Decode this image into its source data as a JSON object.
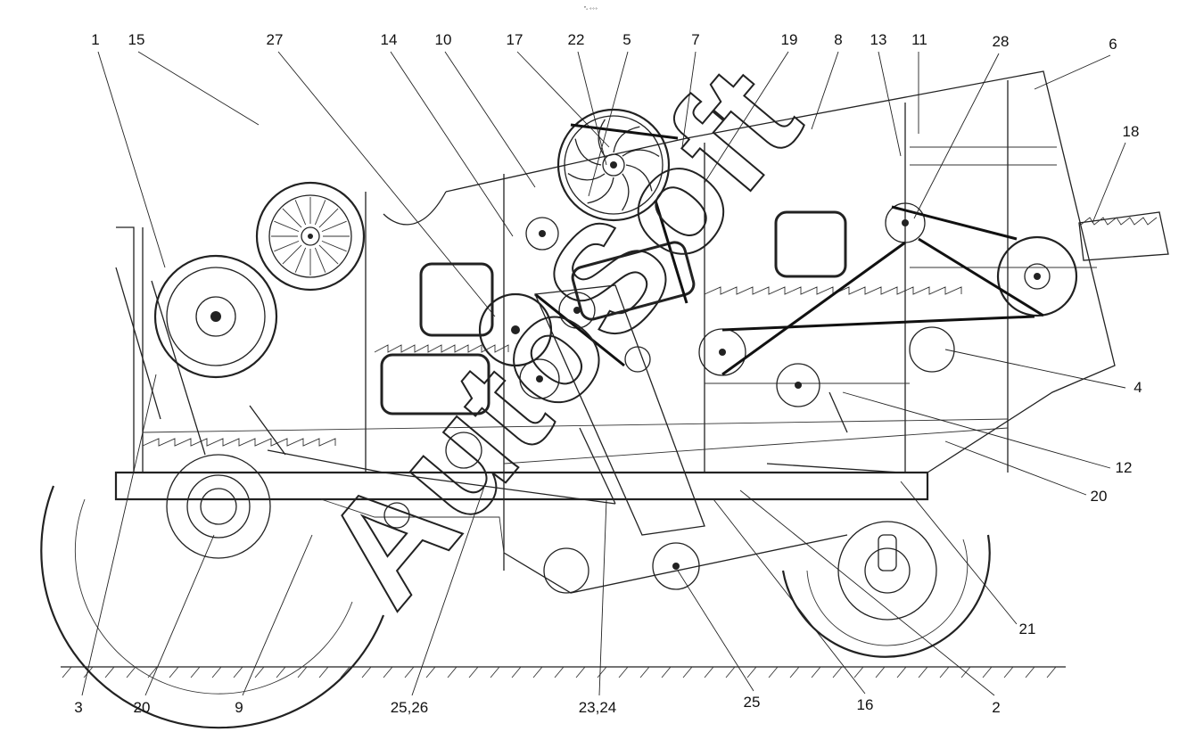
{
  "header_mark": "ᴿₒ ∘∘∘",
  "watermark": "AutoSoft",
  "callouts": {
    "top": [
      "1",
      "15",
      "27",
      "14",
      "10",
      "17",
      "22",
      "5",
      "7",
      "19",
      "8",
      "13",
      "11",
      "28",
      "6",
      "18"
    ],
    "right": [
      "4",
      "12",
      "20",
      "21"
    ],
    "bottom": [
      "3",
      "20",
      "9",
      "25,26",
      "23,24",
      "25",
      "16",
      "2"
    ]
  },
  "colors": {
    "line": "#222222",
    "background": "#ffffff"
  }
}
